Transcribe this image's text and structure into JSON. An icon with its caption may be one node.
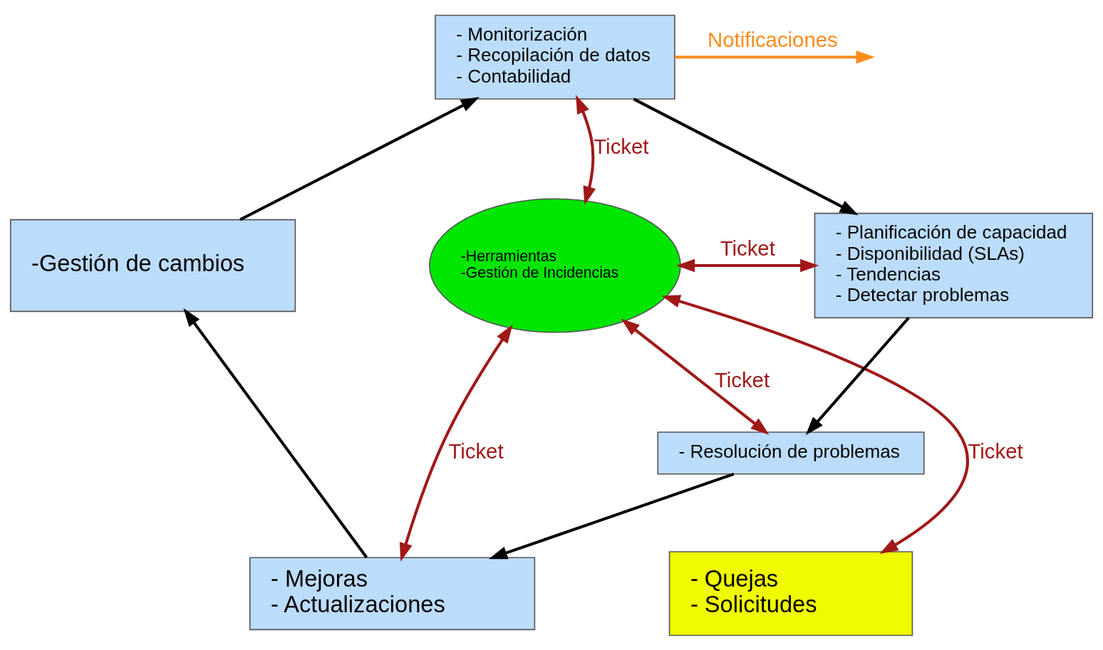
{
  "diagram": {
    "nodes": [
      {
        "text": [
          "- Monitorización",
          "- Recopilación de datos",
          "- Contabilidad"
        ]
      },
      {
        "text": [
          "-Gestión de cambios"
        ]
      },
      {
        "text": [
          "-Herramientas",
          "-Gestión de Incidencias"
        ]
      },
      {
        "text": [
          "- Planificación de capacidad",
          "- Disponibilidad (SLAs)",
          "- Tendencias",
          "- Detectar problemas"
        ]
      },
      {
        "text": [
          "- Mejoras",
          "- Actualizaciones"
        ]
      },
      {
        "text": [
          "- Quejas",
          "- Solicitudes"
        ]
      },
      {
        "text": [
          "- Resolución de problemas"
        ]
      }
    ],
    "edges": [
      {
        "from": 1,
        "to": 0,
        "arrow": "to"
      },
      {
        "from": 0,
        "to": 3,
        "arrow": "to"
      },
      {
        "from": 3,
        "to": 6,
        "arrow": "to"
      },
      {
        "from": 6,
        "to": 4,
        "arrow": "to"
      },
      {
        "from": 4,
        "to": 1,
        "arrow": "to"
      },
      {
        "from": 0,
        "to": 2,
        "arrow": "both",
        "label": "Ticket",
        "color": "#a01818"
      },
      {
        "from": 2,
        "to": 3,
        "arrow": "both",
        "label": "Ticket",
        "color": "#a01818"
      },
      {
        "from": 2,
        "to": 4,
        "arrow": "both",
        "label": "Ticket",
        "color": "#a01818"
      },
      {
        "from": 2,
        "to": 5,
        "arrow": "both",
        "label": "Ticket",
        "color": "#a01818"
      },
      {
        "from": 2,
        "to": 6,
        "arrow": "both",
        "label": "Ticket",
        "color": "#a01818"
      },
      {
        "from": 0,
        "to": null,
        "arrow": "to",
        "label": "Notificaciones",
        "color": "#ff8a1c"
      }
    ]
  }
}
